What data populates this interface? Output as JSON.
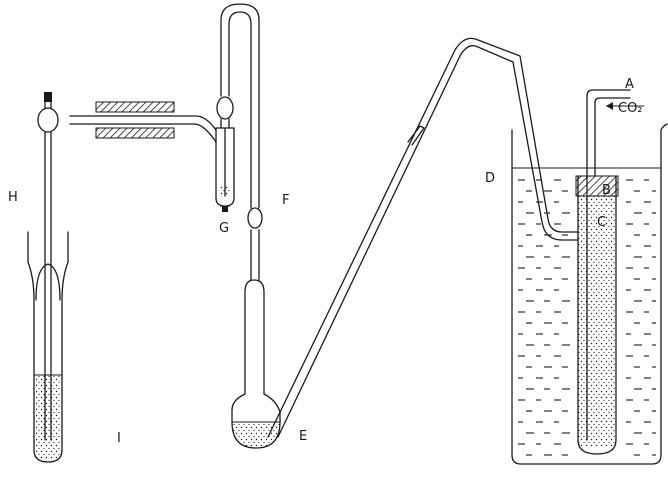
{
  "diagram": {
    "labels": {
      "A": "A",
      "CO2": "CO₂",
      "B": "B",
      "C": "C",
      "D": "D",
      "E": "E",
      "F": "F",
      "G": "G",
      "H": "H",
      "I": "I"
    }
  }
}
